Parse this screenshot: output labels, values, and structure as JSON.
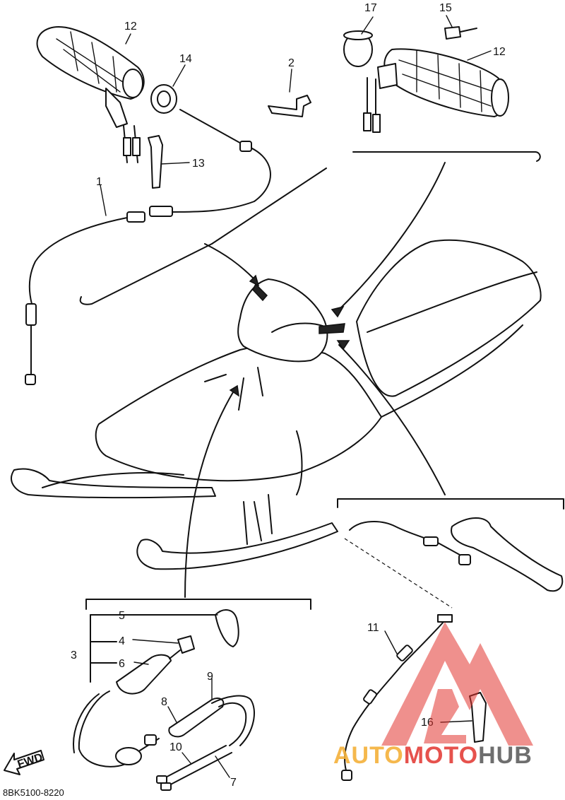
{
  "diagram": {
    "callouts": [
      {
        "id": "1",
        "text": "1"
      },
      {
        "id": "2",
        "text": "2"
      },
      {
        "id": "3",
        "text": "3"
      },
      {
        "id": "4",
        "text": "4"
      },
      {
        "id": "5",
        "text": "5"
      },
      {
        "id": "6",
        "text": "6"
      },
      {
        "id": "7",
        "text": "7"
      },
      {
        "id": "8",
        "text": "8"
      },
      {
        "id": "9",
        "text": "9"
      },
      {
        "id": "10",
        "text": "10"
      },
      {
        "id": "11",
        "text": "11"
      },
      {
        "id": "12a",
        "text": "12"
      },
      {
        "id": "12b",
        "text": "12"
      },
      {
        "id": "13",
        "text": "13"
      },
      {
        "id": "14",
        "text": "14"
      },
      {
        "id": "15",
        "text": "15"
      },
      {
        "id": "16",
        "text": "16"
      },
      {
        "id": "17",
        "text": "17"
      }
    ],
    "fwd_label": "FWD",
    "drawing_code": "8BK5100-8220"
  },
  "watermark": {
    "part1": "AUTO",
    "part2": "MOTO",
    "part3": "HUB",
    "colors": {
      "auto": "#f4b13a",
      "moto": "#e2342f",
      "hub": "#555555"
    }
  }
}
